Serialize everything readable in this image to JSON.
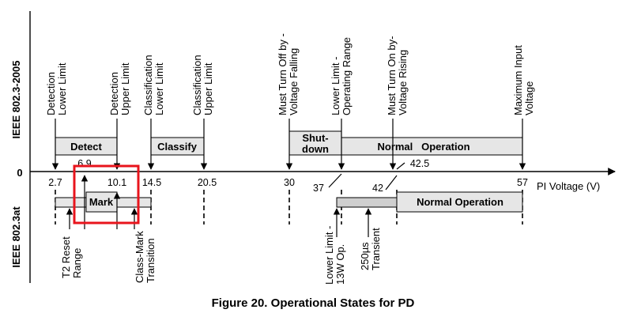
{
  "side_labels": {
    "top": "IEEE 802.3-2005",
    "zero": "0",
    "bottom": "IEEE 802.3at"
  },
  "axis": {
    "title": "PI Voltage (V)"
  },
  "ticks": [
    {
      "value": "2.7"
    },
    {
      "value": "6.9"
    },
    {
      "value": "10.1"
    },
    {
      "value": "14.5"
    },
    {
      "value": "20.5"
    },
    {
      "value": "30"
    },
    {
      "value": "37"
    },
    {
      "value": "42"
    },
    {
      "value": "42.5"
    },
    {
      "value": "57"
    }
  ],
  "top_labels": [
    {
      "l1": "Detection",
      "l2": "Lower Limit"
    },
    {
      "l1": "Detection",
      "l2": "Upper Limit"
    },
    {
      "l1": "Classification",
      "l2": "Lower Limit"
    },
    {
      "l1": "Classification",
      "l2": "Upper Limit"
    },
    {
      "l1": "Must Turn Off by -",
      "l2": "Voltage Falling"
    },
    {
      "l1": "Lower Limit -",
      "l2": "Operating Range"
    },
    {
      "l1": "Must Turn On by-",
      "l2": "Voltage Rising"
    },
    {
      "l1": "Maximum Input",
      "l2": "Voltage"
    }
  ],
  "states_top": {
    "detect": "Detect",
    "classify": "Classify",
    "shutdown_1": "Shut-",
    "shutdown_2": "down",
    "normal": "Normal   Operation"
  },
  "states_bottom": {
    "mark": "Mark",
    "normal": "Normal Operation"
  },
  "bottom_labels": [
    {
      "l1": "T2 Reset",
      "l2": "Range"
    },
    {
      "l1": "Class-Mark",
      "l2": "Transition"
    },
    {
      "l1": "Lower Limit -",
      "l2": "13W Op."
    },
    {
      "l1": "250µs",
      "l2": "Transient"
    }
  ],
  "caption": "Figure 20.  Operational States for PD",
  "highlight_color": "#e8141c"
}
